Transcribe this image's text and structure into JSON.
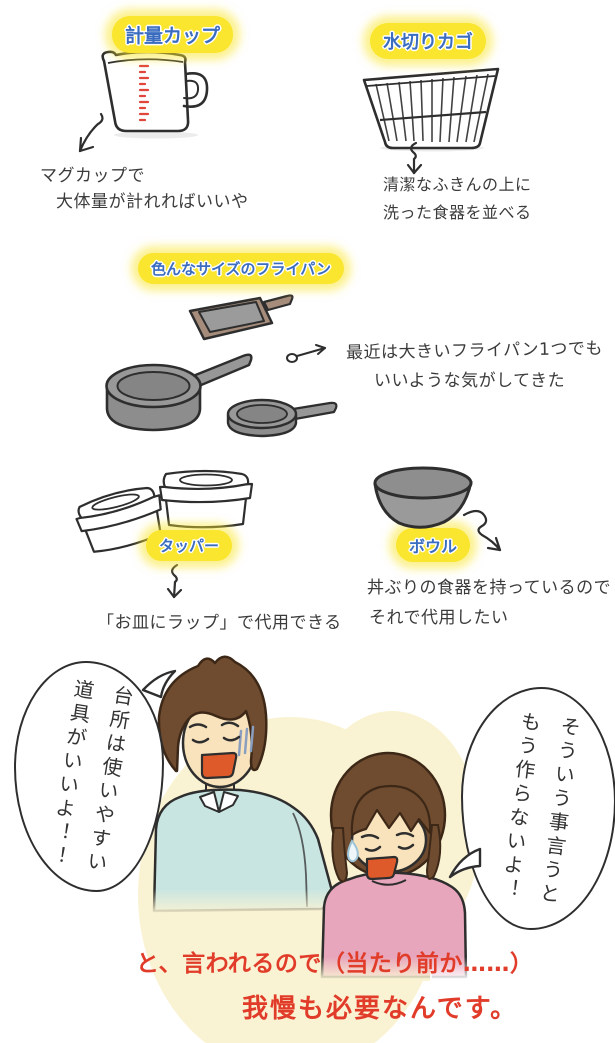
{
  "items": {
    "measuring_cup": {
      "label": "計量カップ",
      "caption1": "マグカップで",
      "caption2": "大体量が計れればいいや"
    },
    "drain_basket": {
      "label": "水切りカゴ",
      "caption1": "清潔なふきんの上に",
      "caption2": "洗った食器を並べる"
    },
    "frying_pans": {
      "label": "色んなサイズのフライパン",
      "caption1": "最近は大きいフライパン1つでも",
      "caption2": "いいような気がしてきた"
    },
    "tupperware": {
      "label": "タッパー",
      "caption": "「お皿にラップ」で代用できる"
    },
    "bowl": {
      "label": "ボウル",
      "caption1": "丼ぶりの食器を持っているので",
      "caption2": "それで代用したい"
    }
  },
  "dialogue": {
    "husband": "台所は使いやすい\n道具がいいよ！！",
    "wife": "そういう事言うと\nもう作らないよ！"
  },
  "footer": {
    "line1": "と、言われるので（当たり前か……）",
    "line2": "我慢も必要なんです。"
  },
  "colors": {
    "highlight_yellow": "#fae52f",
    "label_blue": "#3a6cc0",
    "ink": "#2e2e2e",
    "text_black": "#3b3b3b",
    "accent_red": "#e13b29",
    "husband_sweater": "#c9e5e1",
    "wife_sweater": "#e7a6bb",
    "hair_brown": "#6f4c30",
    "skin": "#f8e3bc",
    "mouth_orange": "#df5a2a",
    "scene_cream": "#faf3d3",
    "pan_gray": "#989898",
    "pan_brown": "#a58c7b",
    "measure_marks_red": "#e0463a",
    "gloom_blue": "#8a9fc0",
    "sweat_blue": "#9cc3d6"
  }
}
